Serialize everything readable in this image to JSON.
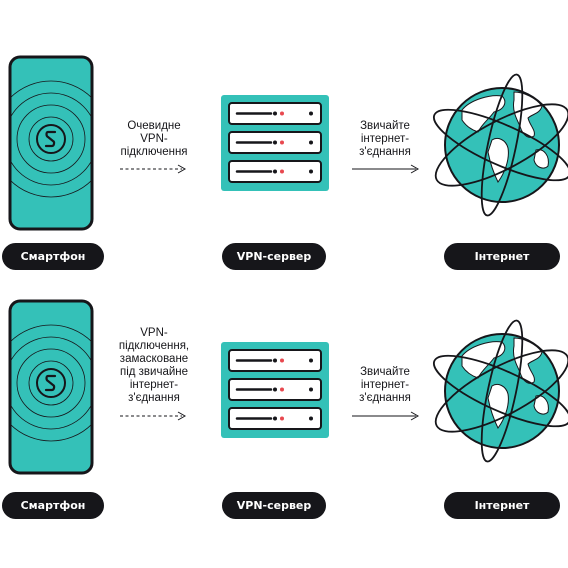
{
  "colors": {
    "teal": "#34c1b8",
    "ink": "#16161a",
    "red": "#e8484f",
    "white": "#ffffff"
  },
  "rows": [
    {
      "device_label": "Смартфон",
      "server_label": "VPN-сервер",
      "internet_label": "Інтернет",
      "tunnel_text": [
        "Очевидне",
        "VPN-",
        "підключення"
      ],
      "internet_text": [
        "Звичайте",
        "інтернет-",
        "з'єднання"
      ]
    },
    {
      "device_label": "Смартфон",
      "server_label": "VPN-сервер",
      "internet_label": "Інтернет",
      "tunnel_text": [
        "VPN-",
        "підключення,",
        "замасковане",
        "під звичайне",
        "інтернет-",
        "з'єднання"
      ],
      "internet_text": [
        "Звичайте",
        "інтернет-",
        "з'єднання"
      ]
    }
  ]
}
